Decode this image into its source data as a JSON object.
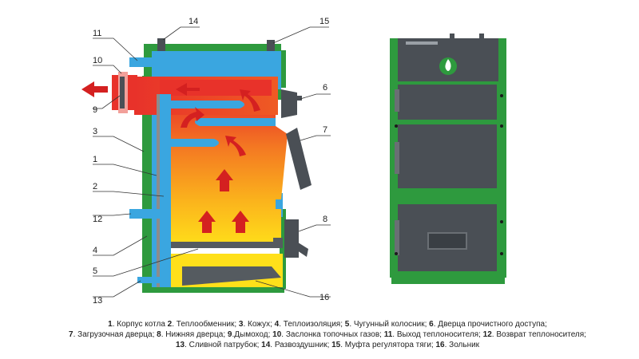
{
  "callouts": [
    {
      "num": "1"
    },
    {
      "num": "2"
    },
    {
      "num": "3"
    },
    {
      "num": "4"
    },
    {
      "num": "5"
    },
    {
      "num": "6"
    },
    {
      "num": "7"
    },
    {
      "num": "8"
    },
    {
      "num": "9"
    },
    {
      "num": "10"
    },
    {
      "num": "11"
    },
    {
      "num": "12"
    },
    {
      "num": "13"
    },
    {
      "num": "14"
    },
    {
      "num": "15"
    },
    {
      "num": "16"
    }
  ],
  "legend": [
    {
      "num": "1",
      "text": ". Корпус котла "
    },
    {
      "num": "2",
      "text": ". Теплообменник; "
    },
    {
      "num": "3",
      "text": ". Кожух; "
    },
    {
      "num": "4",
      "text": ". Теплоизоляция; "
    },
    {
      "num": "5",
      "text": ". Чугунный колосник; "
    },
    {
      "num": "6",
      "text": ". Дверца прочистного доступа;"
    },
    {
      "num": "7",
      "text": ". Загрузочная дверца; "
    },
    {
      "num": "8",
      "text": ". Нижняя дверца; "
    },
    {
      "num": "9",
      "text": ".Дымоход; "
    },
    {
      "num": "10",
      "text": ". Заслонка топочных газов; "
    },
    {
      "num": "11",
      "text": ". Выход теплоносителя; "
    },
    {
      "num": "12",
      "text": ". Возврат теплоносителя; "
    },
    {
      "num": "13",
      "text": ". Сливной патрубок; "
    },
    {
      "num": "14",
      "text": ". Развоздушник; "
    },
    {
      "num": "15",
      "text": ". Муфта регулятора тяги; "
    },
    {
      "num": "16",
      "text": ". Зольник"
    }
  ],
  "colors": {
    "casing": "#2e9a3e",
    "water": "#3aa6e0",
    "door": "#4a4f55",
    "flame_top": "#e8322a",
    "flame_bottom": "#ffe01a",
    "arrow": "#d42020"
  },
  "icons": [
    "flame-logo-icon"
  ]
}
